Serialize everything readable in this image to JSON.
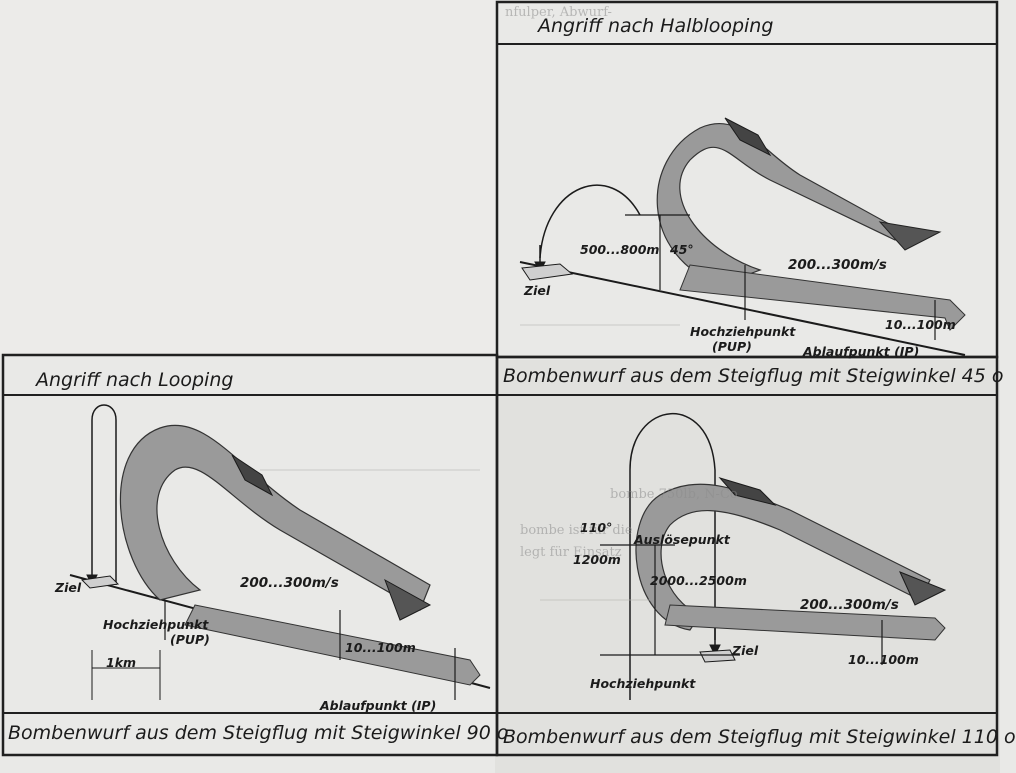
{
  "panels": {
    "halblooping": {
      "title": "Angriff nach Halblooping",
      "caption": "Bombenwurf aus dem Steigflug mit Steigwinkel 45 o",
      "target": "Ziel",
      "altitude": "500...800m",
      "angle": "45°",
      "speed": "200...300m/s",
      "pup": "Hochziehpunkt",
      "pup_abbr": "(PUP)",
      "ip": "Ablaufpunkt (IP)",
      "low_alt": "10...100m"
    },
    "looping": {
      "title": "Angriff nach Looping",
      "caption": "Bombenwurf aus dem Steigflug mit Steigwinkel 90 o",
      "target": "Ziel",
      "speed": "200...300m/s",
      "pup": "Hochziehpunkt",
      "pup_abbr": "(PUP)",
      "low_alt": "10...100m",
      "distance": "1km",
      "ip": "Ablaufpunkt (IP)"
    },
    "steig110": {
      "caption": "Bombenwurf aus dem Steigflug mit Steigwinkel 110 o",
      "angle": "110°",
      "release_point": "Auslösepunkt",
      "release_alt": "1200m",
      "range": "2000...2500m",
      "speed": "200...300m/s",
      "target": "Ziel",
      "pup": "Hochziehpunkt",
      "low_alt": "10...100m"
    }
  },
  "background_text": [
    "nfulper, Abwurf-",
    "bombe 750lb, N-Co",
    "bombe ist für die",
    "legt für Einsatz"
  ],
  "colors": {
    "paper": "#e9e9e7",
    "ink": "#1b1b1b",
    "ribbon": "#9a9a9a"
  }
}
